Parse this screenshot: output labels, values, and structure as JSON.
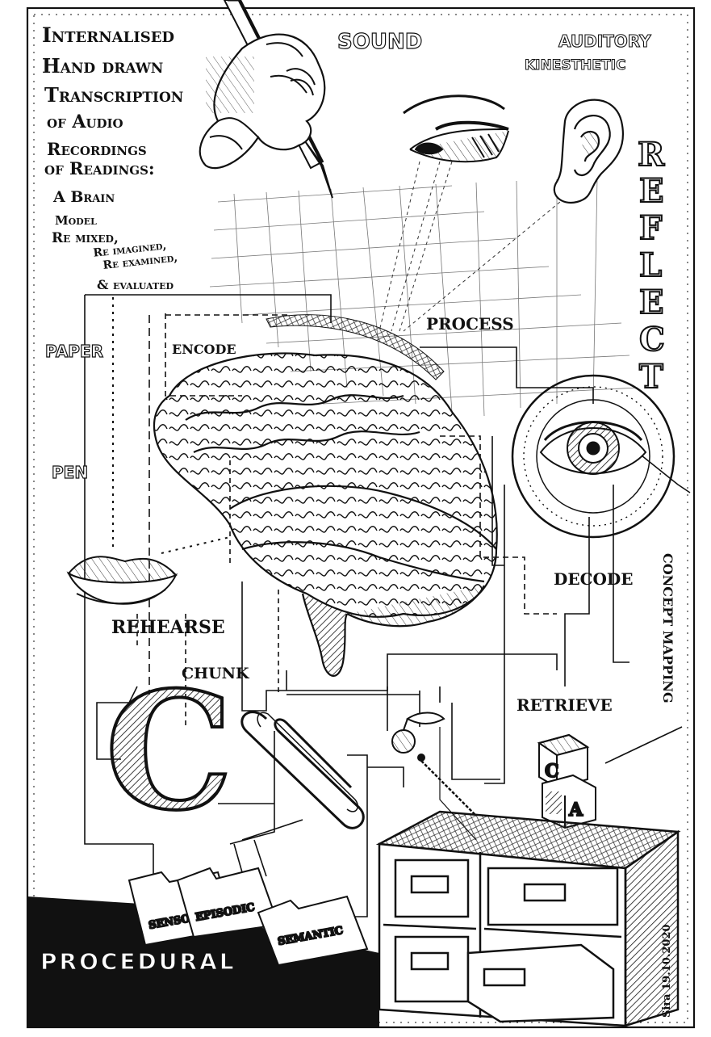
{
  "title": {
    "lines": [
      "Internalised",
      "Hand drawn",
      "Transcription",
      "of Audio",
      "Recordings",
      "of Readings:"
    ]
  },
  "subtitle": {
    "lines": [
      "A Brain",
      "Model",
      "Re mixed,",
      "Re imagined,",
      "Re examined,",
      "& evaluated"
    ]
  },
  "senses": {
    "sound": "SOUND",
    "auditory": "AUDITORY",
    "kinesthetic": "KINESTHETIC"
  },
  "reflect_letters": [
    "R",
    "E",
    "F",
    "L",
    "E",
    "C",
    "T"
  ],
  "labels": {
    "process": "PROCESS",
    "paper": "PAPER",
    "encode": "ENCODE",
    "pen": "PEN",
    "decode": "DECODE",
    "rehearse": "REHEARSE",
    "chunk": "CHUNK",
    "retrieve": "RETRIEVE",
    "concept_mapping": "CONCEPT MAPPING"
  },
  "big_letter": "C",
  "blocks": [
    "C",
    "A"
  ],
  "folders": [
    "SENSORY",
    "EPISODIC",
    "SEMANTIC"
  ],
  "procedural": "PROCEDURAL",
  "signature": "Sira 19.10.2020",
  "colors": {
    "ink": "#111111",
    "paper": "#ffffff"
  },
  "icons": [
    "hand-pen-icon",
    "eye-icon",
    "ear-icon",
    "brain-icon",
    "lips-icon",
    "paperclip-icon",
    "apple-icon",
    "abc-blocks-icon",
    "filing-cabinet-icon",
    "folders-icon"
  ]
}
